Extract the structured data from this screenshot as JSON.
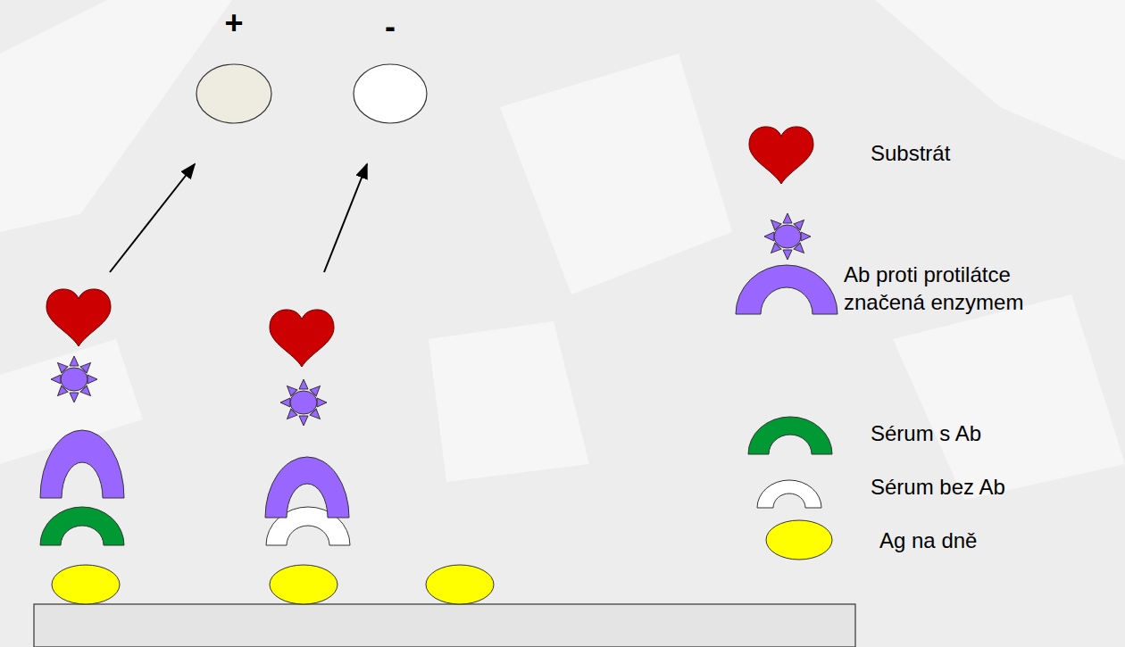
{
  "diagram": {
    "labels": [
      "+",
      "-"
    ],
    "legend": [
      {
        "text": "Substrát"
      },
      {
        "text": "Ab proti protilátce značená enzymem"
      },
      {
        "text": "Sérum s Ab"
      },
      {
        "text": "Sérum bez Ab"
      },
      {
        "text": "Ag na dně"
      }
    ]
  }
}
